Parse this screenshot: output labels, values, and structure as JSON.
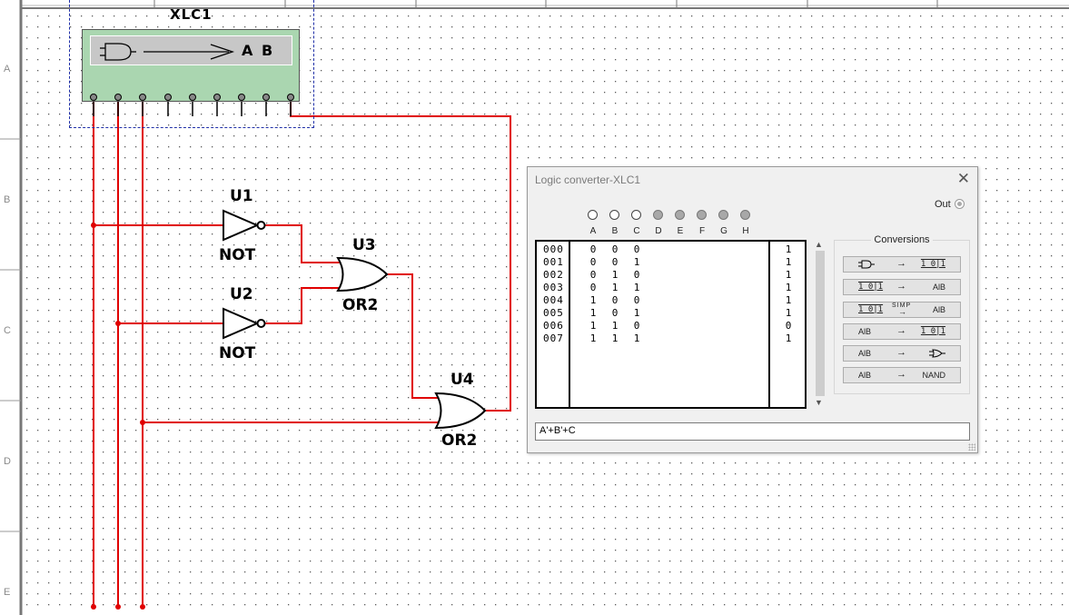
{
  "schematic": {
    "instrument_label": "XLC1",
    "instrument_screen_text": "A B",
    "row_labels": [
      "A",
      "B",
      "C",
      "D",
      "E"
    ],
    "components": [
      {
        "ref": "U1",
        "type": "NOT"
      },
      {
        "ref": "U2",
        "type": "NOT"
      },
      {
        "ref": "U3",
        "type": "OR2"
      },
      {
        "ref": "U4",
        "type": "OR2"
      }
    ],
    "wire_color": "#e00000",
    "grid_dot_color": "#5a5a5a"
  },
  "dialog": {
    "title": "Logic converter-XLC1",
    "close_icon": "close-icon",
    "out_label": "Out",
    "inputs": [
      {
        "name": "A",
        "active": true
      },
      {
        "name": "B",
        "active": true
      },
      {
        "name": "C",
        "active": true
      },
      {
        "name": "D",
        "active": false
      },
      {
        "name": "E",
        "active": false
      },
      {
        "name": "F",
        "active": false
      },
      {
        "name": "G",
        "active": false
      },
      {
        "name": "H",
        "active": false
      }
    ],
    "truth_table": [
      {
        "idx": "000",
        "bits": [
          "0",
          "0",
          "0"
        ],
        "out": "1"
      },
      {
        "idx": "001",
        "bits": [
          "0",
          "0",
          "1"
        ],
        "out": "1"
      },
      {
        "idx": "002",
        "bits": [
          "0",
          "1",
          "0"
        ],
        "out": "1"
      },
      {
        "idx": "003",
        "bits": [
          "0",
          "1",
          "1"
        ],
        "out": "1"
      },
      {
        "idx": "004",
        "bits": [
          "1",
          "0",
          "0"
        ],
        "out": "1"
      },
      {
        "idx": "005",
        "bits": [
          "1",
          "0",
          "1"
        ],
        "out": "1"
      },
      {
        "idx": "006",
        "bits": [
          "1",
          "1",
          "0"
        ],
        "out": "0"
      },
      {
        "idx": "007",
        "bits": [
          "1",
          "1",
          "1"
        ],
        "out": "1"
      }
    ],
    "conversions_title": "Conversions",
    "conversions": [
      {
        "name": "circuit-to-truth-table",
        "left_icon": "gate-icon",
        "middle": "→",
        "right": "1 0|1"
      },
      {
        "name": "truth-table-to-expression",
        "left": "1 0|1",
        "middle": "→",
        "right": "AlB"
      },
      {
        "name": "truth-table-to-simplified-expression",
        "left": "1 0|1",
        "middle": "SIMP",
        "right": "AlB"
      },
      {
        "name": "expression-to-truth-table",
        "left": "AlB",
        "middle": "→",
        "right": "1 0|1"
      },
      {
        "name": "expression-to-circuit",
        "left": "AlB",
        "middle": "→",
        "right_icon": "gate-icon"
      },
      {
        "name": "expression-to-nand",
        "left": "AlB",
        "middle": "→",
        "right": "NAND"
      }
    ],
    "expression": "A'+B'+C"
  }
}
